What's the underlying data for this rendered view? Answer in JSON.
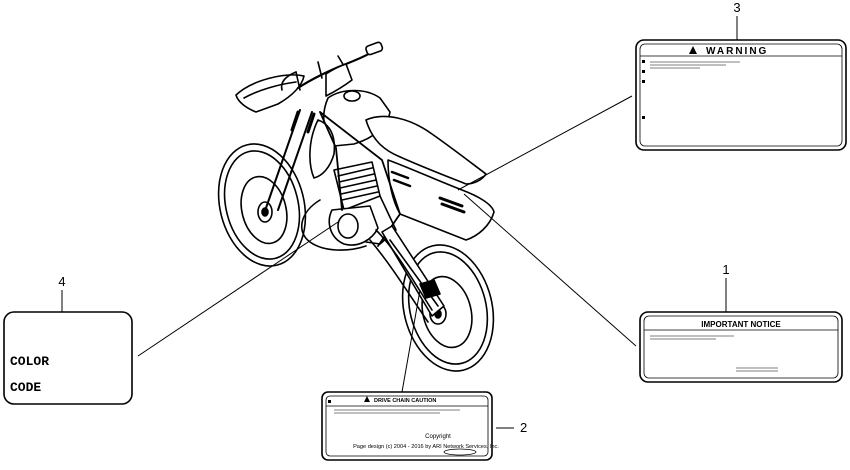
{
  "callouts": {
    "c1": "1",
    "c2": "2",
    "c3": "3",
    "c4": "4"
  },
  "labels": {
    "warning": {
      "icon": "warning-triangle-icon",
      "title": "WARNING"
    },
    "important_notice": {
      "title": "IMPORTANT NOTICE"
    },
    "drive_chain_caution": {
      "icon": "warning-triangle-icon",
      "title": "DRIVE CHAIN CAUTION"
    },
    "color_code": {
      "line1": "COLOR",
      "line2": "CODE"
    }
  },
  "copyright": {
    "line1": "Copyright",
    "line2": "Page design (c) 2004 - 2016 by ARI Network Services, Inc."
  }
}
